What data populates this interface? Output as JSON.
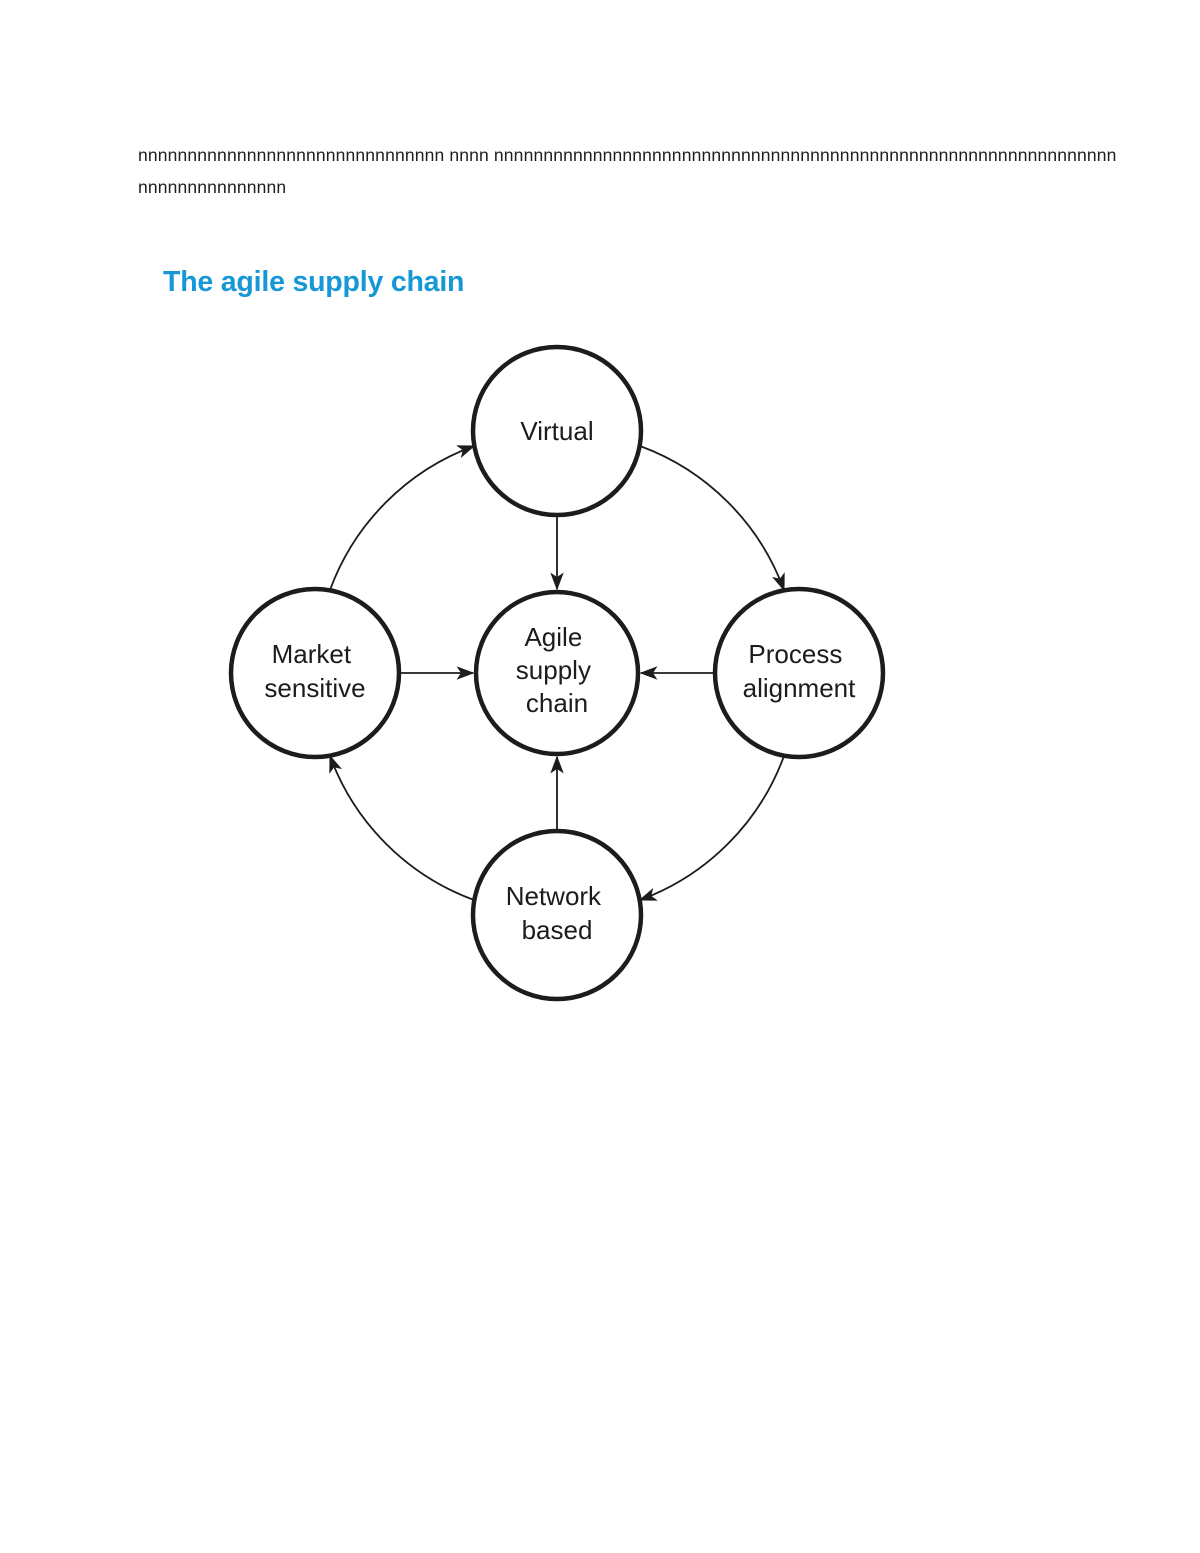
{
  "page": {
    "paragraph": {
      "line1": "nnnnnnnnnnnnnnnnnnnnnnnnnnnnnnn nnnn nnnnnnnnnnnnnnnnnnnnnnnnnnnnnnnnnnnnnnnnnnnnnnnnnnnnnnnnnnnnnnn",
      "line2": "nnnnnnnnnnnnnnn"
    }
  },
  "figure": {
    "title": "The agile supply chain",
    "title_color": "#1798d6",
    "ink_color": "#1c1c1c",
    "diagram_type": "cycle-with-hub",
    "nodes": {
      "virtual": {
        "lines": [
          "Virtual"
        ]
      },
      "market_sensitive": {
        "lines": [
          "Market",
          "sensitive"
        ]
      },
      "agile_supply_chain": {
        "lines": [
          "Agile",
          "supply",
          "chain"
        ]
      },
      "process_alignment": {
        "lines": [
          "Process",
          "alignment"
        ]
      },
      "network_based": {
        "lines": [
          "Network",
          "based"
        ]
      }
    },
    "edges": [
      {
        "from": "market_sensitive",
        "to": "virtual",
        "style": "curved-arrow"
      },
      {
        "from": "virtual",
        "to": "process_alignment",
        "style": "curved-arrow"
      },
      {
        "from": "process_alignment",
        "to": "network_based",
        "style": "curved-arrow"
      },
      {
        "from": "network_based",
        "to": "market_sensitive",
        "style": "curved-arrow"
      },
      {
        "from": "virtual",
        "to": "agile_supply_chain",
        "style": "straight-arrow"
      },
      {
        "from": "market_sensitive",
        "to": "agile_supply_chain",
        "style": "straight-arrow"
      },
      {
        "from": "process_alignment",
        "to": "agile_supply_chain",
        "style": "straight-arrow"
      },
      {
        "from": "network_based",
        "to": "agile_supply_chain",
        "style": "straight-arrow"
      }
    ]
  }
}
